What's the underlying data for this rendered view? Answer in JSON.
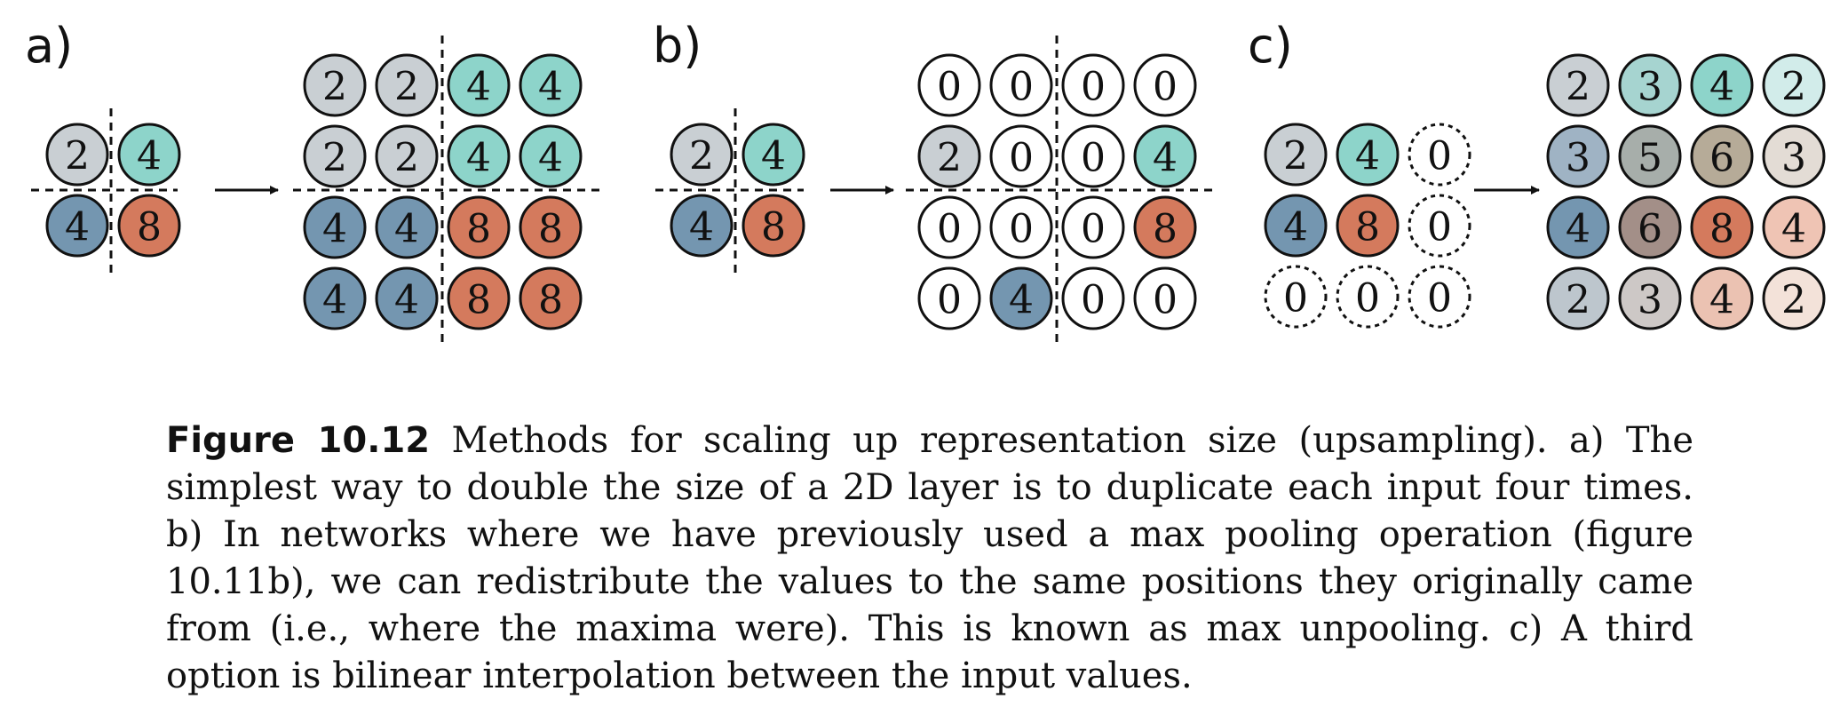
{
  "colors": {
    "grey": "#c9cfd3",
    "teal": "#8dd4ca",
    "blue": "#7496b0",
    "orange": "#d47a5d",
    "white": "#ffffff",
    "stroke": "#111111"
  },
  "panels": [
    {
      "label": "a)",
      "input": [
        [
          "2",
          "4"
        ],
        [
          "4",
          "8"
        ]
      ],
      "output": [
        [
          "2",
          "2",
          "4",
          "4"
        ],
        [
          "2",
          "2",
          "4",
          "4"
        ],
        [
          "4",
          "4",
          "8",
          "8"
        ],
        [
          "4",
          "4",
          "8",
          "8"
        ]
      ]
    },
    {
      "label": "b)",
      "input": [
        [
          "2",
          "4"
        ],
        [
          "4",
          "8"
        ]
      ],
      "output": [
        [
          "0",
          "0",
          "0",
          "0"
        ],
        [
          "2",
          "0",
          "0",
          "4"
        ],
        [
          "0",
          "0",
          "0",
          "8"
        ],
        [
          "0",
          "4",
          "0",
          "0"
        ]
      ]
    },
    {
      "label": "c)",
      "input": [
        [
          "2",
          "4",
          "0"
        ],
        [
          "4",
          "8",
          "0"
        ],
        [
          "0",
          "0",
          "0"
        ]
      ],
      "output": [
        [
          "2",
          "3",
          "4",
          "2"
        ],
        [
          "3",
          "5",
          "6",
          "3"
        ],
        [
          "4",
          "6",
          "8",
          "4"
        ],
        [
          "2",
          "3",
          "4",
          "2"
        ]
      ]
    }
  ],
  "cell_fills": {
    "a_in": [
      [
        "#c9cfd3",
        "#8dd4ca"
      ],
      [
        "#7496b0",
        "#d47a5d"
      ]
    ],
    "a_out": [
      [
        "#c9cfd3",
        "#c9cfd3",
        "#8dd4ca",
        "#8dd4ca"
      ],
      [
        "#c9cfd3",
        "#c9cfd3",
        "#8dd4ca",
        "#8dd4ca"
      ],
      [
        "#7496b0",
        "#7496b0",
        "#d47a5d",
        "#d47a5d"
      ],
      [
        "#7496b0",
        "#7496b0",
        "#d47a5d",
        "#d47a5d"
      ]
    ],
    "b_in": [
      [
        "#c9cfd3",
        "#8dd4ca"
      ],
      [
        "#7496b0",
        "#d47a5d"
      ]
    ],
    "b_out": [
      [
        "#ffffff",
        "#ffffff",
        "#ffffff",
        "#ffffff"
      ],
      [
        "#c9cfd3",
        "#ffffff",
        "#ffffff",
        "#8dd4ca"
      ],
      [
        "#ffffff",
        "#ffffff",
        "#ffffff",
        "#d47a5d"
      ],
      [
        "#ffffff",
        "#7496b0",
        "#ffffff",
        "#ffffff"
      ]
    ],
    "c_in": [
      [
        "#c9cfd3",
        "#8dd4ca",
        "#ffffff"
      ],
      [
        "#7496b0",
        "#d47a5d",
        "#ffffff"
      ],
      [
        "#ffffff",
        "#ffffff",
        "#ffffff"
      ]
    ],
    "c_out": [
      [
        "#c9cfd3",
        "#a6d4d0",
        "#8dd4ca",
        "#d2ecea"
      ],
      [
        "#9fb3c4",
        "#a7aeaa",
        "#b6ab98",
        "#e3dcd5"
      ],
      [
        "#7496b0",
        "#a38f88",
        "#d47a5d",
        "#efc4b4"
      ],
      [
        "#bdc6cd",
        "#cdc8c6",
        "#ebc2b2",
        "#f3e2d9"
      ]
    ]
  },
  "caption": {
    "label": "Figure 10.12",
    "text": " Methods for scaling up representation size (upsampling).  a) The simplest way to double the size of a 2D layer is to duplicate each input four times.  b) In networks where we have previously used a max pooling operation (figure 10.11b), we can redistribute the values to the same positions they originally came from (i.e., where the maxima were).  This is known as max unpooling.  c) A third option is bilinear interpolation between the input values."
  }
}
